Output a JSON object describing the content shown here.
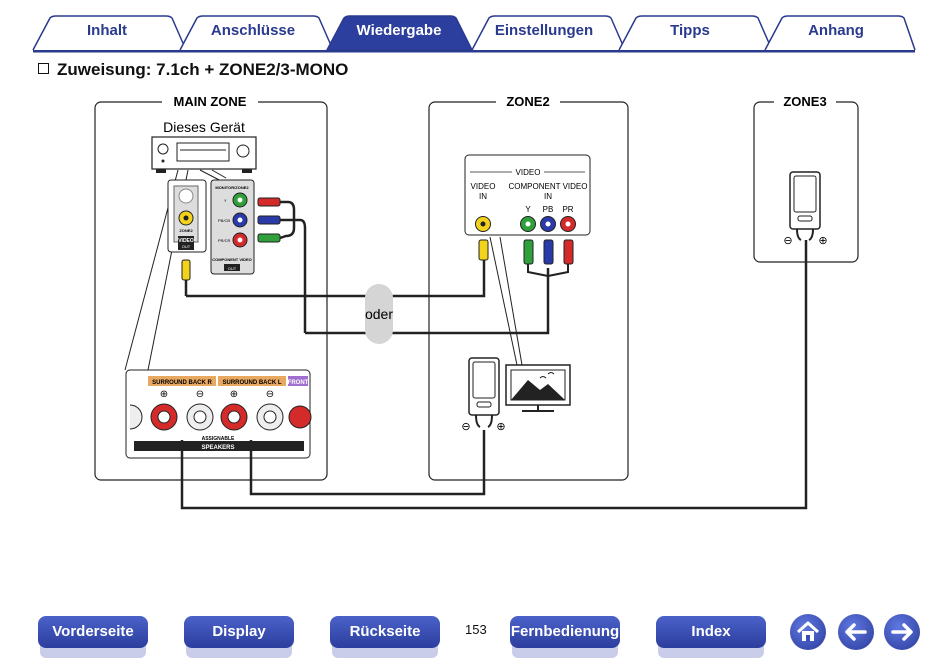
{
  "tabs": [
    {
      "label": "Inhalt",
      "active": false
    },
    {
      "label": "Anschlüsse",
      "active": false
    },
    {
      "label": "Wiedergabe",
      "active": true
    },
    {
      "label": "Einstellungen",
      "active": false
    },
    {
      "label": "Tipps",
      "active": false
    },
    {
      "label": "Anhang",
      "active": false
    }
  ],
  "heading": "Zuweisung: 7.1ch + ZONE2/3-MONO",
  "diagram": {
    "main_zone": "MAIN ZONE",
    "zone2": "ZONE2",
    "zone3": "ZONE3",
    "device_label": "Dieses Gerät",
    "or_label": "oder",
    "monitor_zone2_label": "MONITOR/ZONE2",
    "zone2_small": "ZONE2",
    "video_small": "VIDEO",
    "out_small": "OUT",
    "component_video_small": "COMPONENT VIDEO",
    "y_small": "Y",
    "pb_small": "PB/CB",
    "pr_small": "PR/CR",
    "surround_back_r": "SURROUND BACK R",
    "surround_back_l": "SURROUND BACK L",
    "front": "FRONT",
    "assignable": "ASSIGNABLE",
    "speakers": "SPEAKERS",
    "tv_video": "VIDEO",
    "tv_video_in_1": "VIDEO",
    "tv_video_in_2": "IN",
    "tv_component_1": "COMPONENT VIDEO",
    "tv_component_2": "IN",
    "tv_y": "Y",
    "tv_pb": "PB",
    "tv_pr": "PR",
    "minus": "⊖",
    "plus": "⊕"
  },
  "colors": {
    "tab_blue": "#2a3a8e",
    "tab_active": "#2c3e9e",
    "yellow": "#f2d21a",
    "red": "#d42a2a",
    "green": "#2fa03a",
    "blue": "#2a3aa8",
    "surround_label": "#e8a860",
    "front_label": "#a070d0"
  },
  "nav": {
    "vorderseite": "Vorderseite",
    "display": "Display",
    "rueckseite": "Rückseite",
    "page": "153",
    "fernbedienung": "Fernbedienung",
    "index": "Index",
    "home_icon": "home-icon",
    "back_icon": "arrow-left-icon",
    "forward_icon": "arrow-right-icon"
  }
}
